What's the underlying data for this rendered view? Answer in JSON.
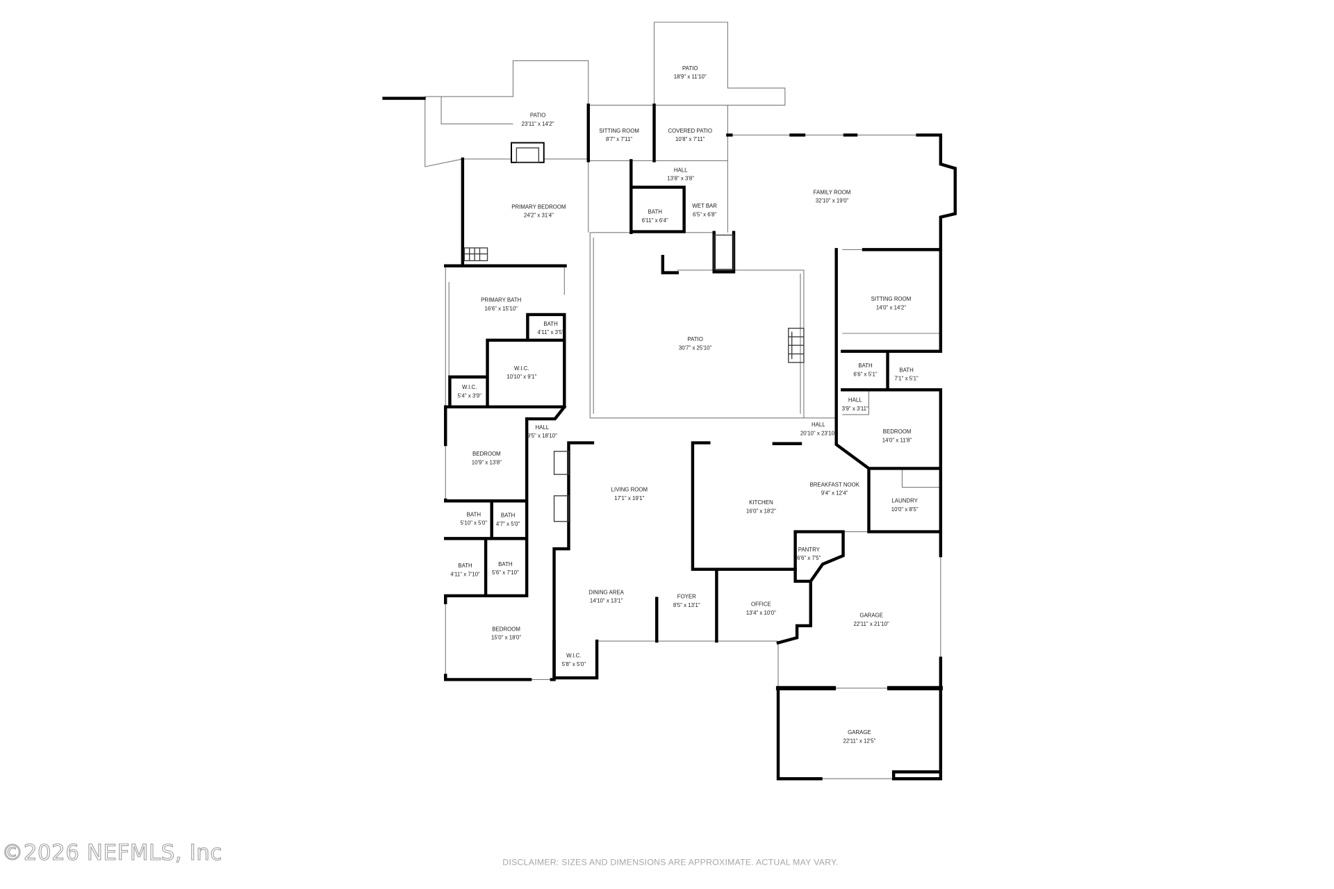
{
  "rooms": [
    {
      "name": "PATIO",
      "size": "23'11\" x 14'2\""
    },
    {
      "name": "PATIO",
      "size": "18'9\" x 11'10\""
    },
    {
      "name": "SITTING ROOM",
      "size": "8'7\" x 7'11\""
    },
    {
      "name": "COVERED PATIO",
      "size": "10'8\" x 7'11\""
    },
    {
      "name": "HALL",
      "size": "13'8\" x 3'8\""
    },
    {
      "name": "FAMILY ROOM",
      "size": "32'10\" x 19'0\""
    },
    {
      "name": "PRIMARY BEDROOM",
      "size": "24'2\" x 31'4\""
    },
    {
      "name": "BATH",
      "size": "6'11\" x 6'4\""
    },
    {
      "name": "WET BAR",
      "size": "6'5\" x 6'8\""
    },
    {
      "name": "PRIMARY BATH",
      "size": "16'6\" x 15'10\""
    },
    {
      "name": "BATH",
      "size": "4'11\" x 3'5\""
    },
    {
      "name": "SITTING ROOM",
      "size": "14'0\" x 14'2\""
    },
    {
      "name": "PATIO",
      "size": "30'7\" x 25'10\""
    },
    {
      "name": "W.I.C.",
      "size": "10'10\" x 9'1\""
    },
    {
      "name": "W.I.C.",
      "size": "5'4\" x 3'9\""
    },
    {
      "name": "BATH",
      "size": "6'6\" x 5'1\""
    },
    {
      "name": "BATH",
      "size": "7'1\" x 5'1\""
    },
    {
      "name": "HALL",
      "size": "3'9\" x 3'11\""
    },
    {
      "name": "HALL",
      "size": "9'5\" x 18'10\""
    },
    {
      "name": "HALL",
      "size": "20'10\" x 23'10\""
    },
    {
      "name": "BEDROOM",
      "size": "14'0\" x 11'8\""
    },
    {
      "name": "BEDROOM",
      "size": "10'9\" x 13'8\""
    },
    {
      "name": "LIVING ROOM",
      "size": "17'1\" x 19'1\""
    },
    {
      "name": "BREAKFAST NOOK",
      "size": "9'4\" x 12'4\""
    },
    {
      "name": "KITCHEN",
      "size": "16'0\" x 18'2\""
    },
    {
      "name": "LAUNDRY",
      "size": "10'0\" x 8'5\""
    },
    {
      "name": "BATH",
      "size": "5'10\" x 5'0\""
    },
    {
      "name": "BATH",
      "size": "4'7\" x 5'0\""
    },
    {
      "name": "PANTRY",
      "size": "6'6\" x 7'5\""
    },
    {
      "name": "BATH",
      "size": "4'11\" x 7'10\""
    },
    {
      "name": "BATH",
      "size": "5'6\" x 7'10\""
    },
    {
      "name": "DINING AREA",
      "size": "14'10\" x 13'1\""
    },
    {
      "name": "FOYER",
      "size": "8'5\" x 13'1\""
    },
    {
      "name": "OFFICE",
      "size": "13'4\" x 10'0\""
    },
    {
      "name": "GARAGE",
      "size": "22'11\" x 21'10\""
    },
    {
      "name": "BEDROOM",
      "size": "15'0\" x 18'0\""
    },
    {
      "name": "W.I.C.",
      "size": "5'8\" x 5'0\""
    },
    {
      "name": "GARAGE",
      "size": "22'11\" x 12'5\""
    }
  ],
  "footer": {
    "copyright": "©2026 NEFMLS, Inc",
    "disclaimer": "DISCLAIMER: SIZES AND DIMENSIONS ARE APPROXIMATE. ACTUAL MAY VARY."
  },
  "colors": {
    "background": "#ffffff",
    "walls": "#000000",
    "outline": "#7a7a7a",
    "disclaimer": "#a6a6a6",
    "watermark": "#9e9e9e"
  }
}
